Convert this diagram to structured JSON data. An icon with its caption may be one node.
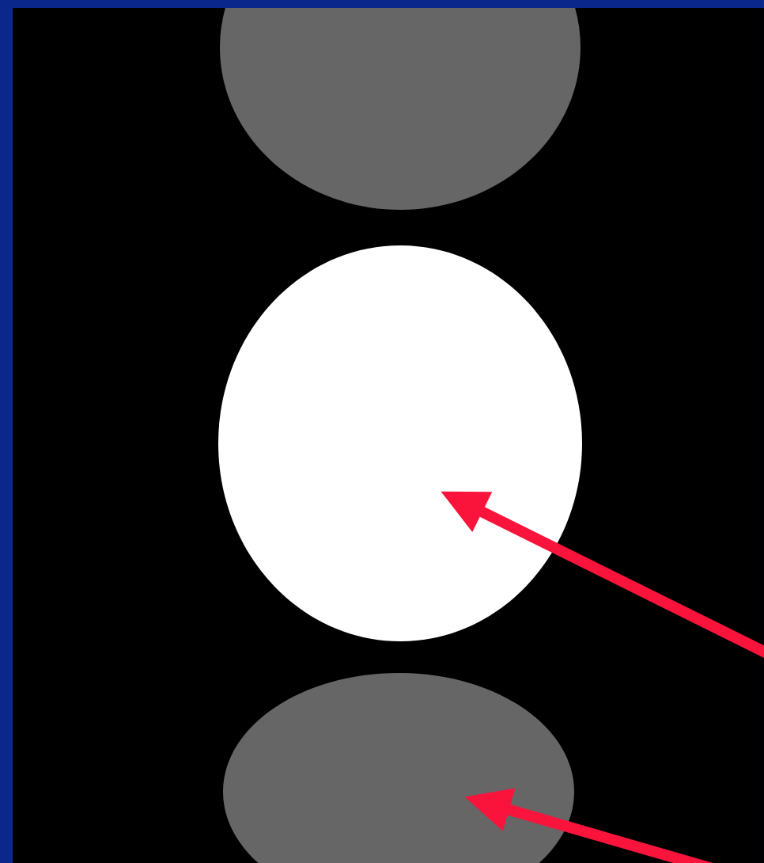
{
  "diagram": {
    "nodes": [
      {
        "text": [],
        "shape": "circle"
      },
      {
        "text": [],
        "shape": "circle"
      },
      {
        "text": [],
        "shape": "circle"
      }
    ],
    "edges": [
      {
        "from": null,
        "to": 1,
        "arrow": "to"
      },
      {
        "from": null,
        "to": 2,
        "arrow": "to"
      }
    ]
  }
}
